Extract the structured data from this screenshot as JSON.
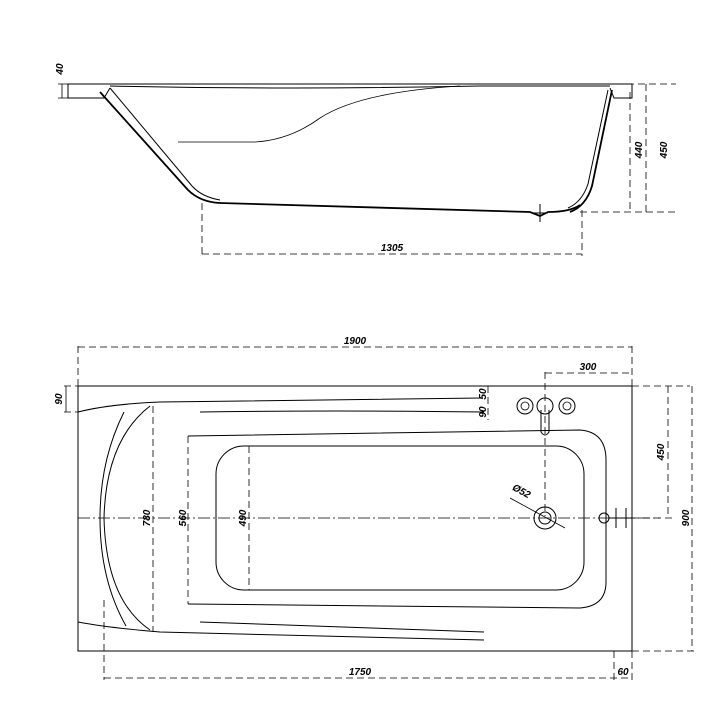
{
  "side_view": {
    "dims": {
      "rim_thickness": "40",
      "inner_depth": "440",
      "overall_height": "450",
      "bottom_length": "1305"
    }
  },
  "top_view": {
    "dims": {
      "overall_length": "1900",
      "tap_offset": "300",
      "rim_width": "50",
      "side_rim": "90",
      "inner_rim": "90",
      "tap_height": "450",
      "overall_width": "900",
      "bowl_width": "780",
      "inner_width": "560",
      "floor_width": "490",
      "drain_diameter": "Ø52",
      "inner_length": "1750",
      "end_offset": "60"
    }
  }
}
